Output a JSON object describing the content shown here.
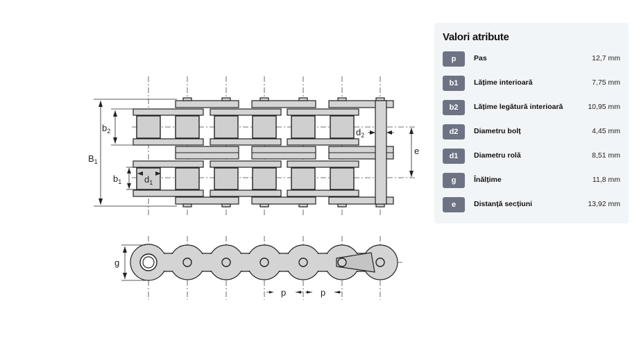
{
  "diagram": {
    "labels": {
      "B1": "B",
      "B1_sub": "1",
      "b2": "b",
      "b2_sub": "2",
      "b1": "b",
      "b1_sub": "1",
      "d1": "d",
      "d1_sub": "1",
      "d2": "d",
      "d2_sub": "2",
      "e": "e",
      "g": "g",
      "p1": "p",
      "p2": "p"
    }
  },
  "panel": {
    "title": "Valori atribute",
    "rows": [
      {
        "code": "p",
        "label": "Pas",
        "value": "12,7 mm"
      },
      {
        "code": "b1",
        "label": "Lățime interioară",
        "value": "7,75 mm"
      },
      {
        "code": "b2",
        "label": "Lățime legătură interioară",
        "value": "10,95 mm"
      },
      {
        "code": "d2",
        "label": "Diametru bolț",
        "value": "4,45 mm"
      },
      {
        "code": "d1",
        "label": "Diametru rolă",
        "value": "8,51 mm"
      },
      {
        "code": "g",
        "label": "Înălțime",
        "value": "11,8 mm"
      },
      {
        "code": "e",
        "label": "Distanță secțiuni",
        "value": "13,92 mm"
      }
    ]
  }
}
